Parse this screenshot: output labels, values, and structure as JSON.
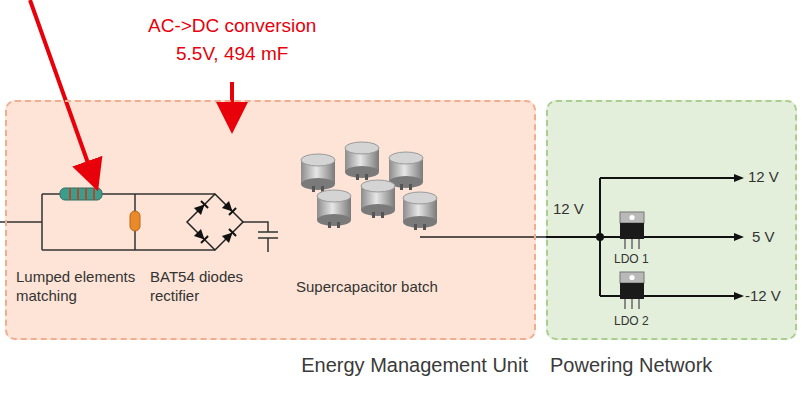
{
  "diagram": {
    "nodes": [
      {
        "text": [
          "Energy Management Unit"
        ]
      },
      {
        "text": [
          "Powering Network"
        ]
      }
    ],
    "edges": [
      {
        "from": 0,
        "to": 1,
        "arrow": "none"
      }
    ],
    "labels": [
      "AC->DC conversion",
      "5.5V, 494 mF",
      "Lumped elements matching",
      "BAT54 diodes rectifier",
      "Supercapacitor batch",
      "12 V",
      "LDO 1",
      "LDO 2",
      "12 V",
      "5 V",
      "-12 V"
    ]
  }
}
